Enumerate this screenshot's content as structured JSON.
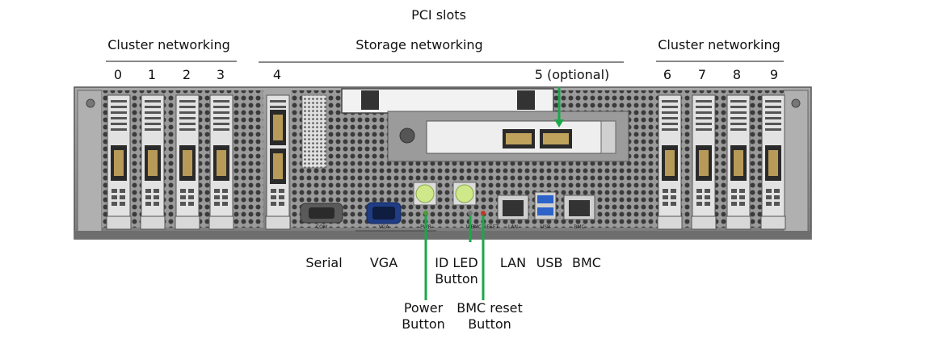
{
  "header": {
    "pci_slots": "PCI slots",
    "group_left": "Cluster networking",
    "group_mid": "Storage networking",
    "group_right": "Cluster networking"
  },
  "slots": [
    "0",
    "1",
    "2",
    "3",
    "4",
    "5 (optional)",
    "6",
    "7",
    "8",
    "9"
  ],
  "ports": {
    "serial": "Serial",
    "vga": "VGA",
    "id_led_line1": "ID LED",
    "id_led_line2": "Button",
    "lan": "LAN",
    "usb": "USB",
    "bmc": "BMC",
    "power_line1": "Power",
    "power_line2": "Button",
    "bmc_reset_line1": "BMC reset",
    "bmc_reset_line2": "Button"
  },
  "silkscreen": {
    "com": "COM",
    "vga": "VGA",
    "pwr": "PWR",
    "uid": "UID",
    "bmc_reset": "BMC RESET",
    "lan": "LAN",
    "usb": "USB",
    "bmc": "BMC"
  },
  "colors": {
    "callout": "#1aa84a",
    "chassis": "#8d8d8d",
    "button": "#cfe88a",
    "usb": "#2d63c8"
  }
}
